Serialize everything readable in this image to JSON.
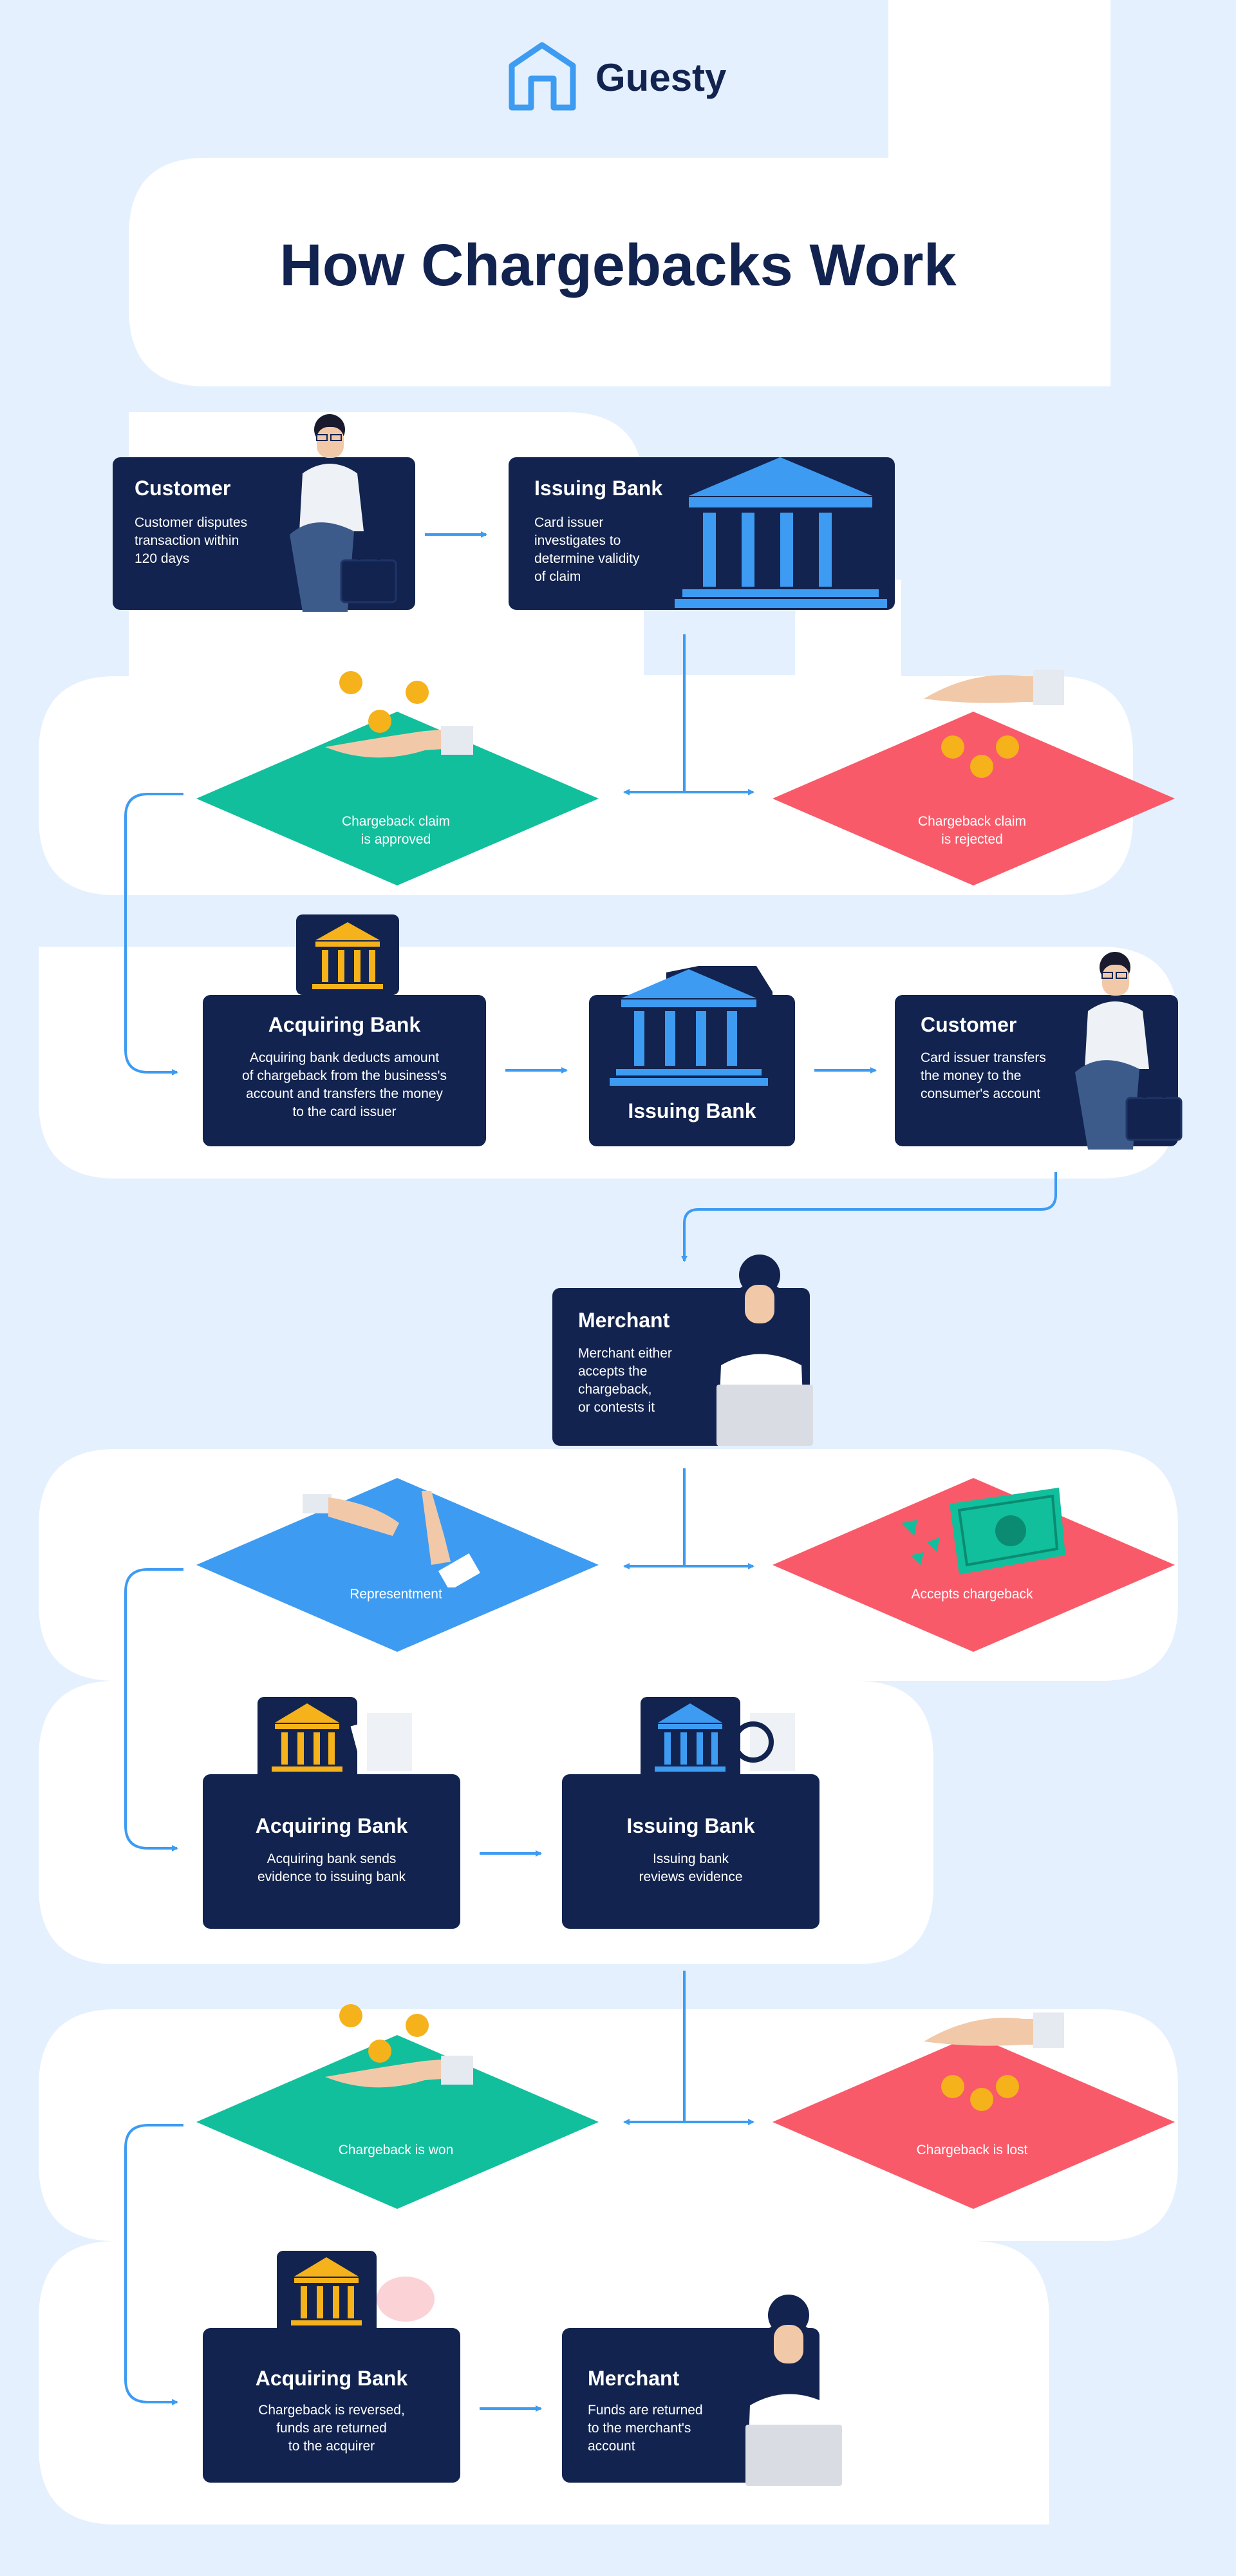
{
  "brand": {
    "name": "Guesty",
    "icon": "house-logo-icon",
    "accent": "#3d9bf2"
  },
  "title": "How Chargebacks Work",
  "colors": {
    "navy": "#12234f",
    "green": "#11bf9c",
    "red": "#f95a69",
    "blue": "#3d9bf2",
    "gold": "#f5b21a",
    "background": "#e4f0fd",
    "path": "#ffffff"
  },
  "steps": {
    "customer_dispute": {
      "title": "Customer",
      "desc": "Customer disputes\ntransaction within\n120 days"
    },
    "issuing_investigate": {
      "title": "Issuing Bank",
      "desc": "Card issuer\ninvestigates to\ndetermine validity\nof claim"
    },
    "claim_approved": {
      "label": "Chargeback claim\nis approved"
    },
    "claim_rejected": {
      "label": "Chargeback claim\nis rejected"
    },
    "acquiring_deduct": {
      "title": "Acquiring Bank",
      "desc": "Acquiring bank deducts amount\nof chargeback from the business's\naccount and transfers the money\nto the card issuer"
    },
    "issuing_plain": {
      "title": "Issuing Bank"
    },
    "customer_refund": {
      "title": "Customer",
      "desc": "Card issuer transfers\nthe money to the\nconsumer's account"
    },
    "merchant_decide": {
      "title": "Merchant",
      "desc": "Merchant either\naccepts the\nchargeback,\nor contests it"
    },
    "representment": {
      "label": "Representment"
    },
    "accepts_chargeback": {
      "label": "Accepts chargeback"
    },
    "acquiring_evidence": {
      "title": "Acquiring Bank",
      "desc": "Acquiring bank sends\nevidence to issuing bank"
    },
    "issuing_review": {
      "title": "Issuing Bank",
      "desc": "Issuing bank\nreviews evidence"
    },
    "chargeback_won": {
      "label": "Chargeback is won"
    },
    "chargeback_lost": {
      "label": "Chargeback is lost"
    },
    "acquiring_reversed": {
      "title": "Acquiring Bank",
      "desc": "Chargeback is reversed,\nfunds are returned\nto the acquirer"
    },
    "merchant_funds": {
      "title": "Merchant",
      "desc": "Funds are returned\nto the merchant's\naccount"
    }
  }
}
